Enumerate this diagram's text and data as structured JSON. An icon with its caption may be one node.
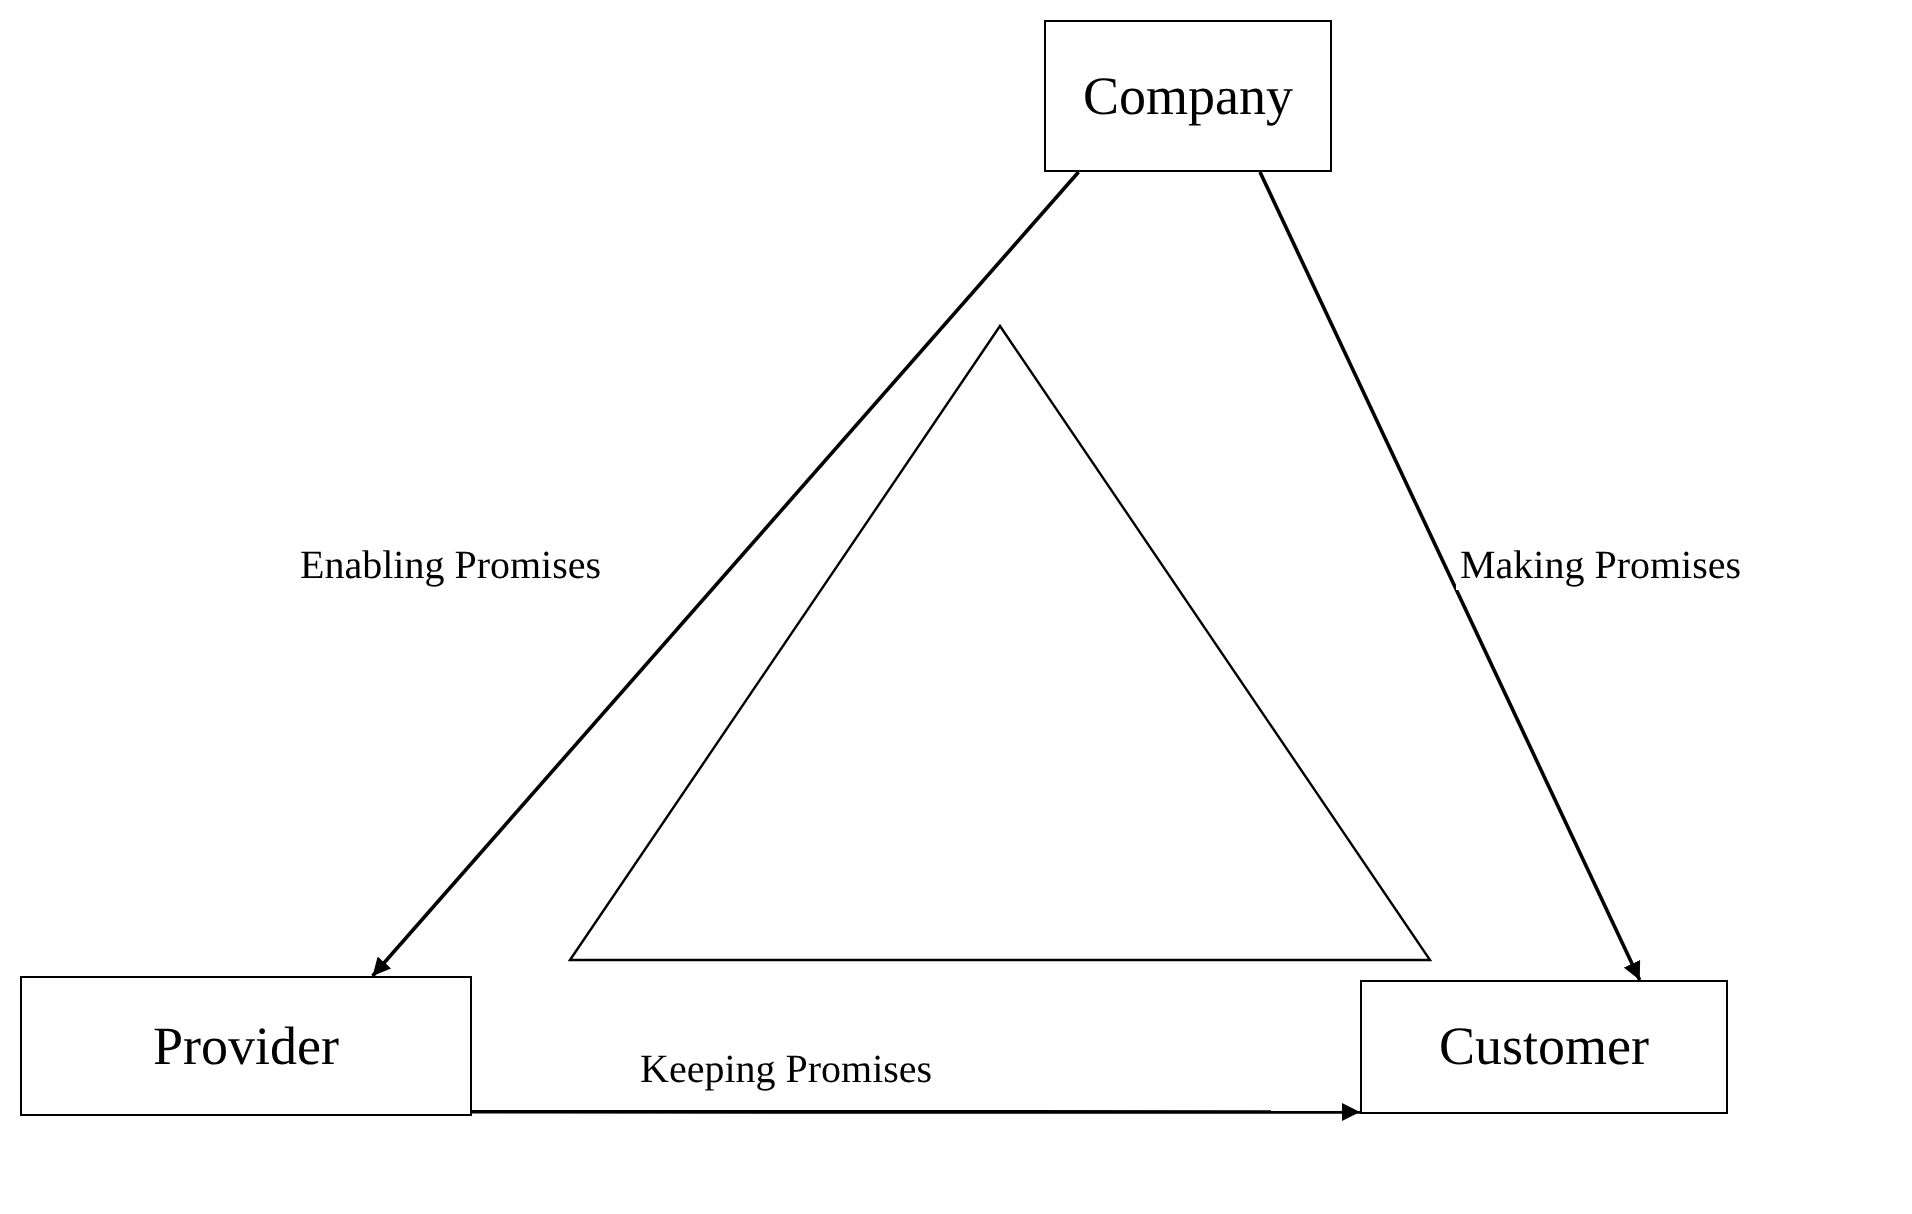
{
  "diagram": {
    "nodes": [
      {
        "text": [
          "Company"
        ]
      },
      {
        "text": [
          "Provider"
        ]
      },
      {
        "text": [
          "Customer"
        ]
      }
    ],
    "edges": [
      {
        "from": 0,
        "to": 1,
        "arrow": "to",
        "label": "Enabling Promises"
      },
      {
        "from": 0,
        "to": 2,
        "arrow": "to",
        "label": "Making Promises"
      },
      {
        "from": 1,
        "to": 2,
        "arrow": "to",
        "label": "Keeping Promises"
      }
    ]
  }
}
